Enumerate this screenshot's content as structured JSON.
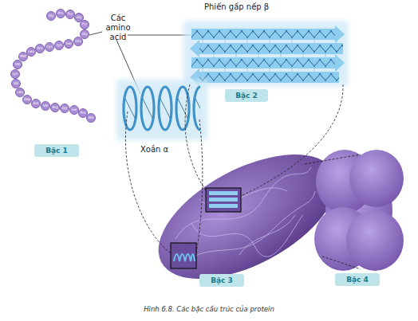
{
  "diagram": {
    "caption": "Hình 6.8. Các bậc cấu trúc của protein",
    "nodes": [
      {
        "text": [
          "Gly"
        ]
      },
      {
        "text": [
          "Pro"
        ]
      },
      {
        "text": [
          "Thr"
        ]
      },
      {
        "text": [
          "Gly"
        ]
      },
      {
        "text": [
          "Thr"
        ]
      },
      {
        "text": [
          "Gly"
        ]
      },
      {
        "text": [
          "Glu"
        ]
      },
      {
        "text": [
          "Ser"
        ]
      },
      {
        "text": [
          "Lys"
        ]
      },
      {
        "text": [
          "Cys"
        ]
      },
      {
        "text": [
          "Pro"
        ]
      },
      {
        "text": [
          "Leu"
        ]
      },
      {
        "text": [
          "Met"
        ]
      },
      {
        "text": [
          "Val"
        ]
      },
      {
        "text": [
          "Lys"
        ]
      },
      {
        "text": [
          "Val"
        ]
      },
      {
        "text": [
          "Leu"
        ]
      },
      {
        "text": [
          "Asp"
        ]
      },
      {
        "text": [
          "Ala"
        ]
      },
      {
        "text": [
          "Val"
        ]
      },
      {
        "text": [
          "Arg"
        ]
      },
      {
        "text": [
          "Gly"
        ]
      },
      {
        "text": [
          "Ser"
        ]
      },
      {
        "text": [
          "Pro"
        ]
      },
      {
        "text": [
          "Ala"
        ]
      },
      {
        "text": [
          "Bậc 1"
        ]
      },
      {
        "text": [
          "Bậc 2"
        ]
      },
      {
        "text": [
          "Bậc 3"
        ]
      },
      {
        "text": [
          "Bậc 4"
        ]
      }
    ],
    "labels": [
      "Các amino acid",
      "Phiến gấp nếp β",
      "Xoắn α"
    ]
  }
}
